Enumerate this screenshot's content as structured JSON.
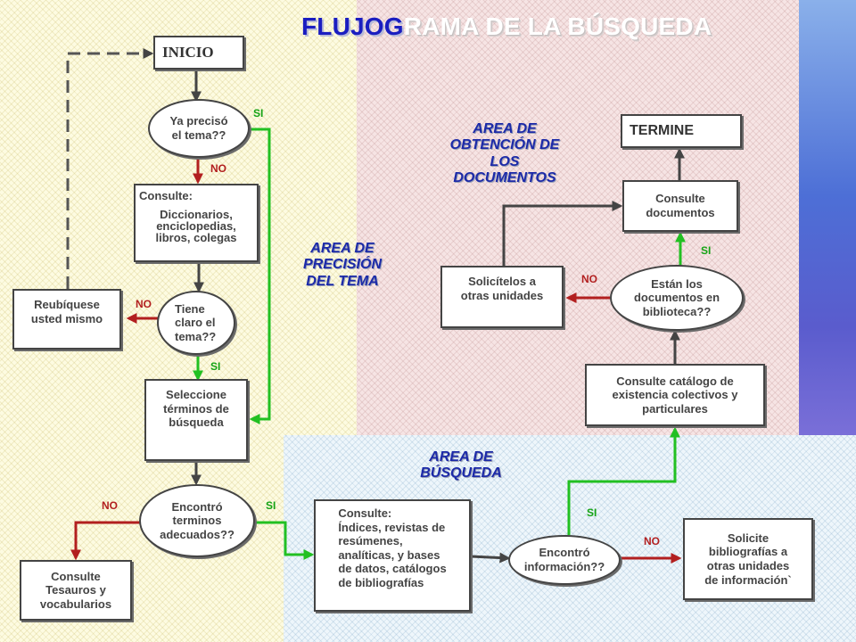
{
  "title": {
    "part1": "FLUJOG",
    "part2": "RAMA DE LA BÚSQUEDA"
  },
  "areas": {
    "precision": "AREA DE\nPRECISIÓN\nDEL TEMA",
    "obtencion": "AREA DE\nOBTENCIÓN DE\nLOS\nDOCUMENTOS",
    "busqueda": "AREA DE\nBÚSQUEDA"
  },
  "nodes": {
    "inicio": "INICIO",
    "ya_preciso": "Ya precisó\nel tema??",
    "consulte_diccionarios_head": "Consulte:",
    "consulte_diccionarios_body": "Diccionarios,\nenciclopedias,\nlibros, colegas",
    "tiene_claro": "Tiene\nclaro el\ntema??",
    "reubiquese": "Reubíquese\nusted mismo",
    "seleccione": "Seleccione\ntérminos de\nbúsqueda",
    "encontro_terminos": "Encontró\nterminos\nadecuados??",
    "consulte_tesauros": "Consulte\nTesauros y\nvocabularios",
    "consulte_indices": "Consulte:\nÍndices, revistas de\nresúmenes,\nanalíticas, y bases\nde datos, catálogos\nde bibliografías",
    "encontro_informacion": "Encontró\ninformación??",
    "solicite_bibliografias": "Solicite\nbibliografías a\notras unidades\nde información`",
    "consulte_catalogo": "Consulte catálogo de\nexistencia colectivos y\nparticulares",
    "estan_documentos": "Están los\ndocumentos en\nbiblioteca??",
    "solicitelos": "Solicítelos a\notras unidades",
    "consulte_documentos": "Consulte\ndocumentos",
    "termine": "TERMINE"
  },
  "labels": {
    "si": "SI",
    "no": "NO"
  },
  "colors": {
    "yes": "#22c022",
    "no": "#b21f1f",
    "flow": "#444444",
    "area_label": "#1c2aa8",
    "title": "#1a1dc0"
  }
}
